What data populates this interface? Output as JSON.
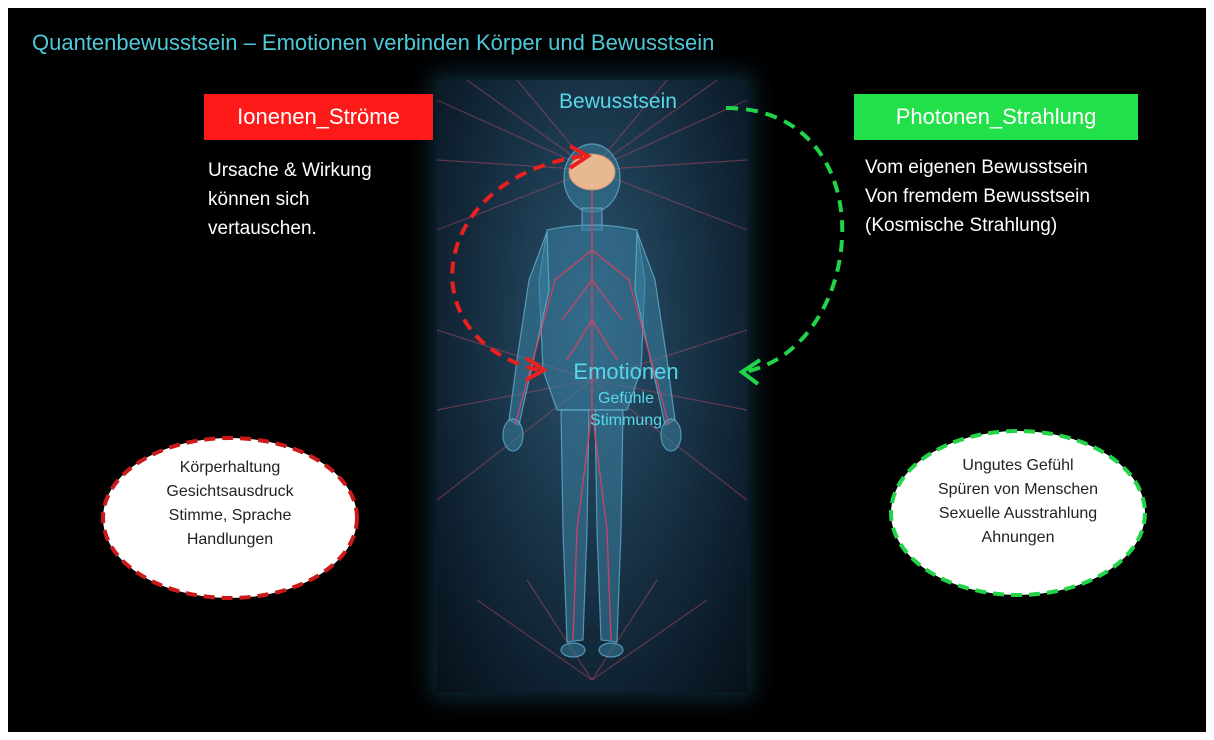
{
  "title": "Quantenbewusstsein – Emotionen verbinden Körper und Bewusstsein",
  "left": {
    "tag": "Ionenen_Ströme",
    "lines": [
      "Ursache & Wirkung",
      "können sich",
      "vertauschen."
    ],
    "ellipse_lines": [
      "Körperhaltung",
      "Gesichtsausdruck",
      "Stimme, Sprache",
      "Handlungen"
    ]
  },
  "right": {
    "tag": "Photonen_Strahlung",
    "lines": [
      "Vom eigenen Bewusstsein",
      "Von fremdem Bewusstsein",
      "(Kosmische Strahlung)"
    ],
    "ellipse_lines": [
      "Ungutes Gefühl",
      "Spüren von Menschen",
      "Sexuelle Ausstrahlung",
      "Ahnungen"
    ]
  },
  "center": {
    "top_label": "Bewusstsein",
    "mid_label": "Emotionen",
    "sub_lines": [
      "Gefühle",
      "Stimmung"
    ]
  },
  "colors": {
    "red": "#ff1a1a",
    "green": "#22e04a",
    "cyan": "#55d8e8"
  }
}
